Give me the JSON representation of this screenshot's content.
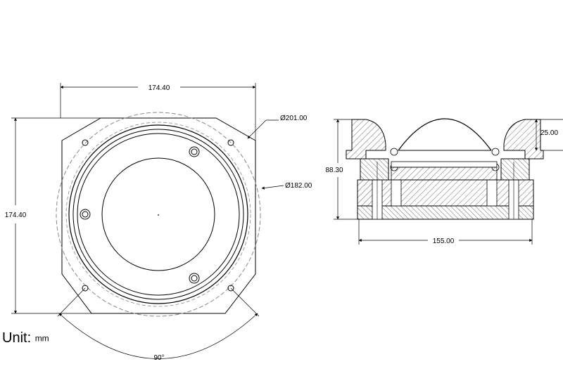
{
  "front_view": {
    "width_label": "174.40",
    "height_label": "174.40",
    "outer_diameter_label": "Ø201.00",
    "bolt_circle_label": "Ø182.00",
    "angle_label": "90°"
  },
  "section_view": {
    "width_label": "155.00",
    "height_label": "88.30",
    "flange_label": "25.00"
  },
  "unit": {
    "label": "Unit:",
    "value": "mm"
  }
}
